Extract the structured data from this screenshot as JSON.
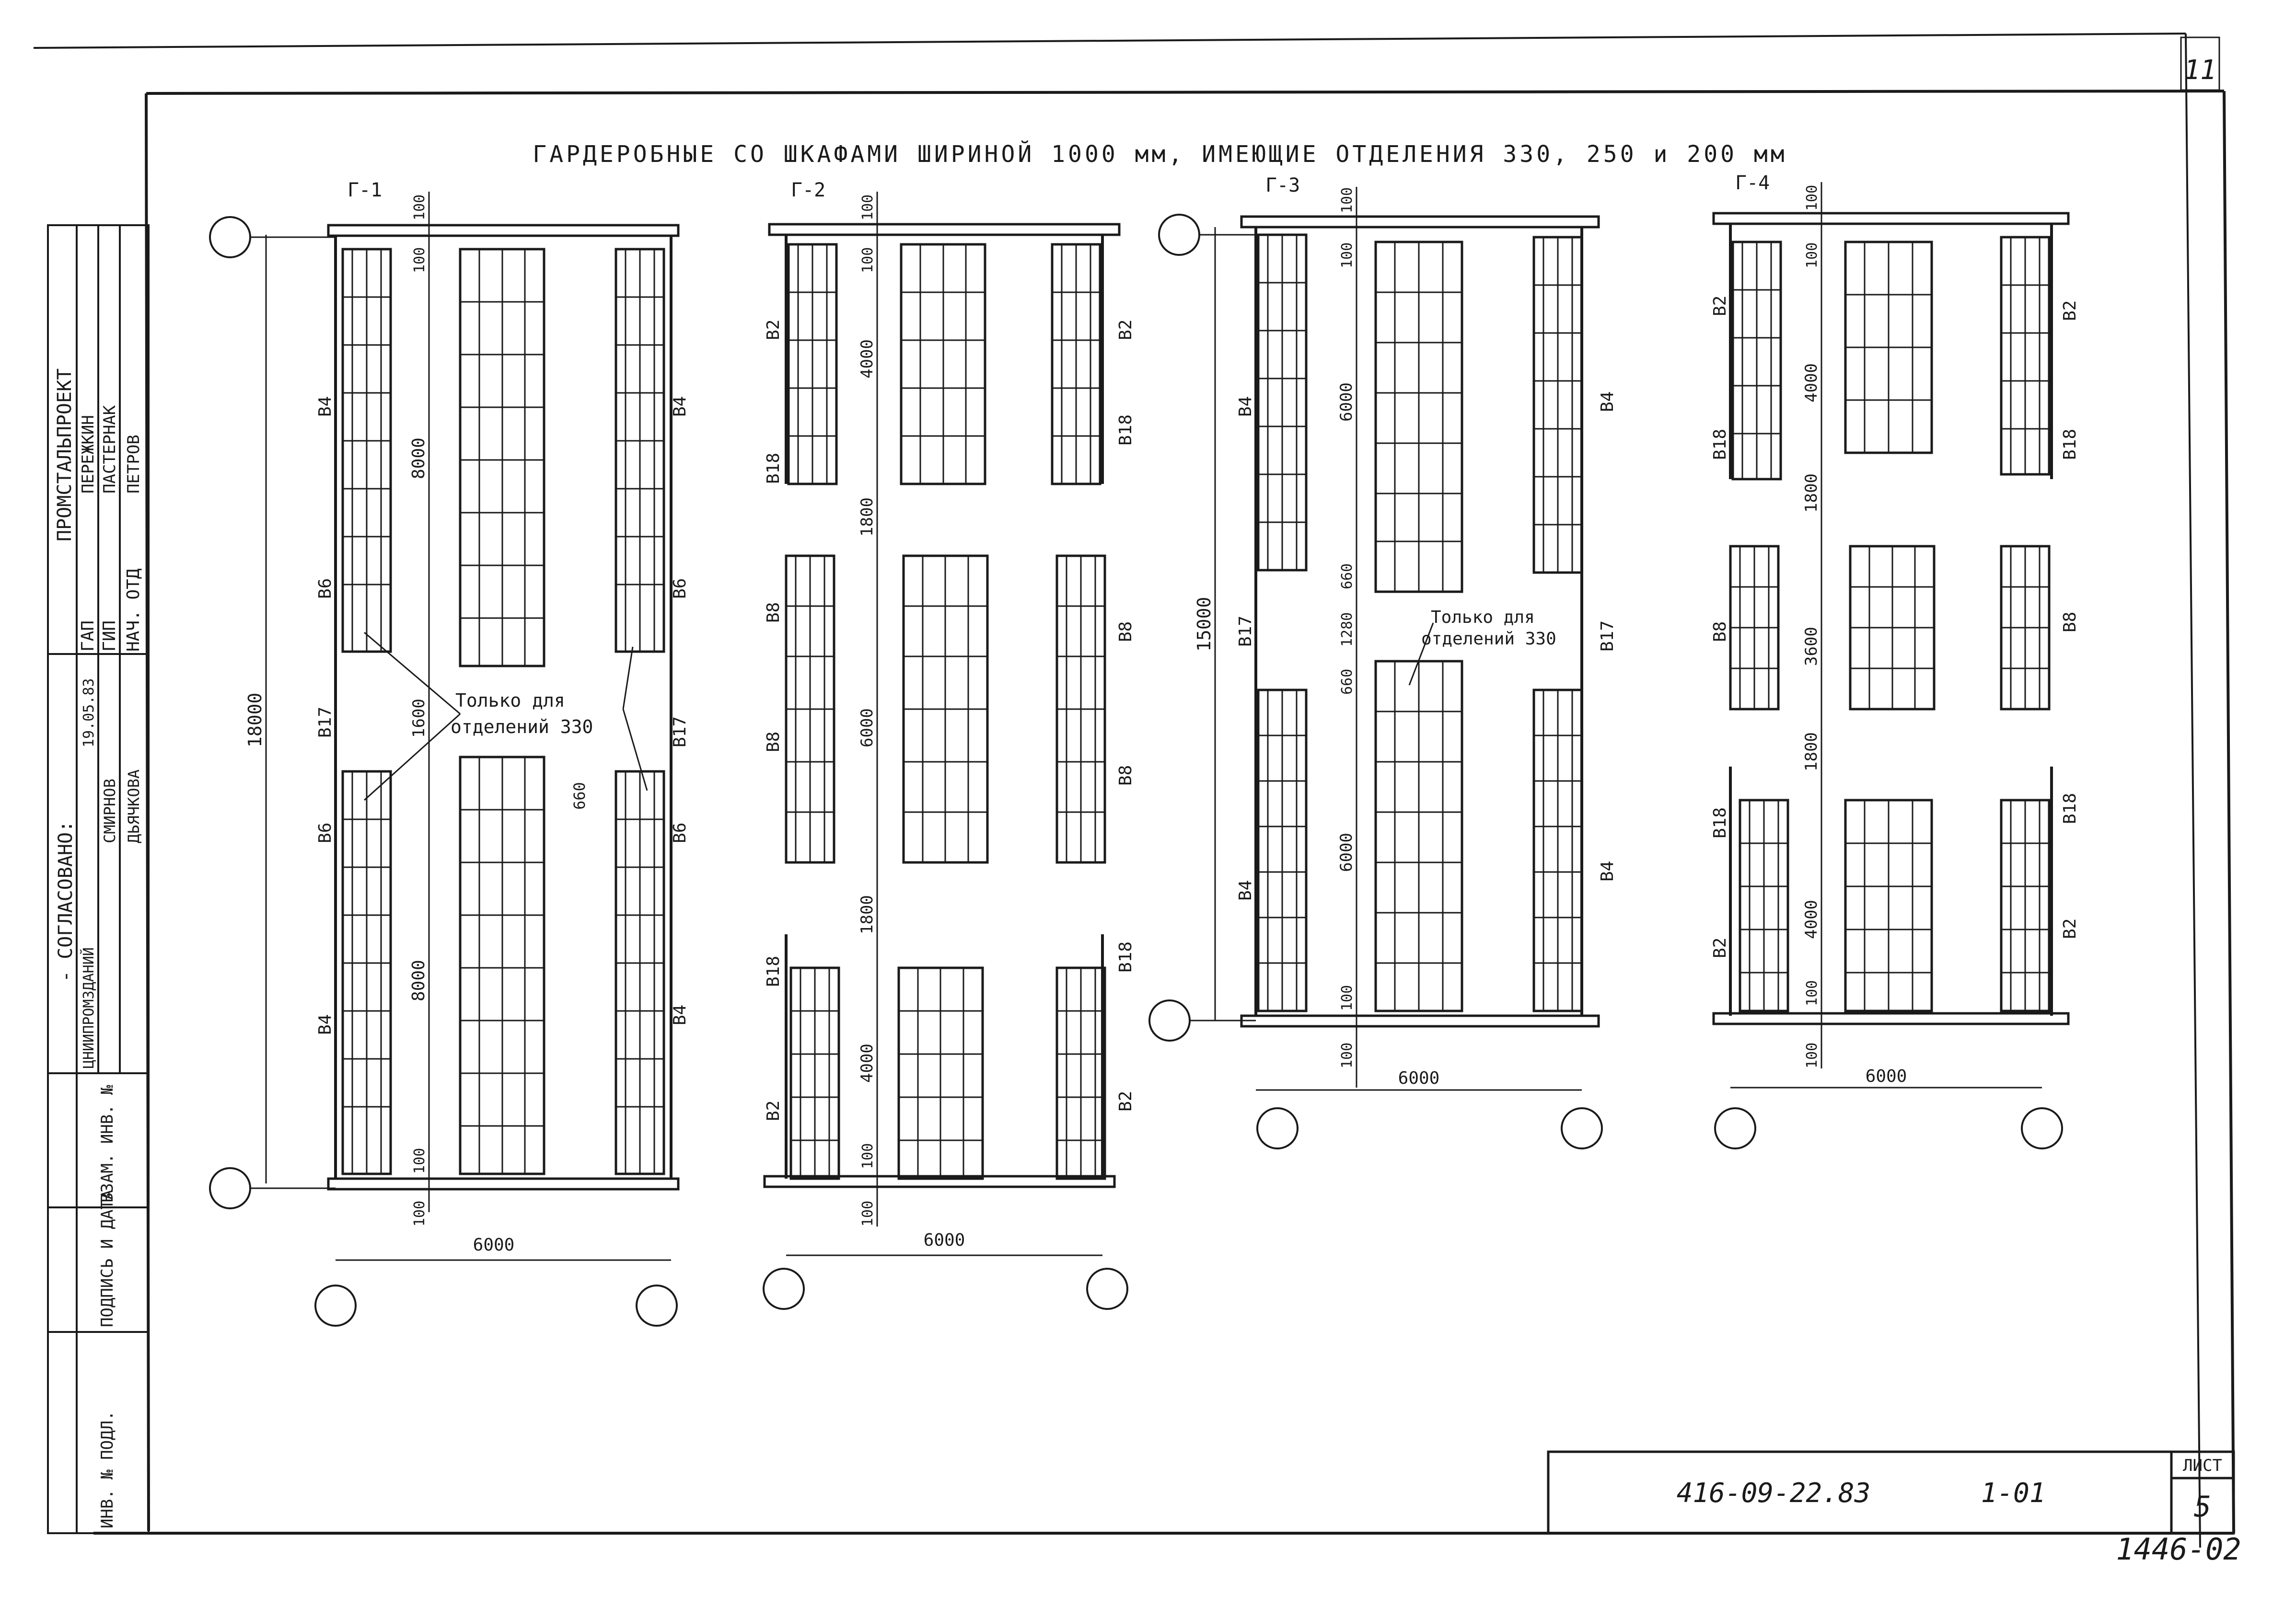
{
  "sheet_corner_number": "11",
  "title": "ГАРДЕРОБНЫЕ СО ШКАФАМИ ШИРИНОЙ 1000 мм, ИМЕЮЩИЕ ОТДЕЛЕНИЯ 330, 250 и 200 мм",
  "stamp": {
    "org": "ПРОМСТАЛЬПРОЕКТ",
    "roles": [
      "ГАП",
      "ГИП",
      "НАЧ. ОТД"
    ],
    "names": [
      "ПЕРЕЖКИН",
      "ПАСТЕРНАК",
      "ПЕТРОВ"
    ],
    "agreed_label": "- СОГЛАСОВАНО:",
    "agreed_orgs": [
      "ЦНИИПРОМЗДАНИЙ"
    ],
    "agreed_names": [
      "СМИРНОВ",
      "ДЬЯЧКОВА"
    ],
    "agreed_date": "19.05.83",
    "left_strip": [
      "ВЗАМ. ИНВ. №",
      "ПОДПИСЬ И ДАТА",
      "ИНВ. № ПОДЛ."
    ]
  },
  "plans": [
    {
      "id": "Г-1"
    },
    {
      "id": "Г-2"
    },
    {
      "id": "Г-3"
    },
    {
      "id": "Г-4"
    }
  ],
  "dims": {
    "d6000": "6000",
    "d18000": "18000",
    "d15000": "15000",
    "d8000": "8000",
    "d4000": "4000",
    "d6000v": "6000",
    "d3600": "3600",
    "d1800": "1800",
    "d1600": "1600",
    "d1280": "1280",
    "d660": "660",
    "d100": "100"
  },
  "marks": {
    "b2": "В2",
    "b4": "В4",
    "b6": "В6",
    "b8": "В8",
    "b17": "В17",
    "b18": "В18"
  },
  "notes": {
    "only_330_line1": "Только для",
    "only_330_line2": "отделений 330"
  },
  "title_block": {
    "code": "416-09-22.83",
    "sheet_part": "1-01",
    "sheet_label": "ЛИСТ",
    "sheet_no": "5"
  },
  "bottom_note": "1446-02"
}
